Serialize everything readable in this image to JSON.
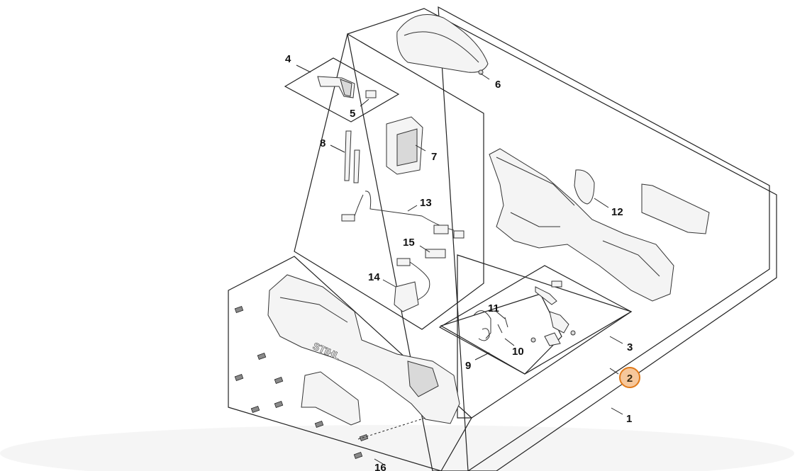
{
  "callouts": {
    "c1": "1",
    "c2": "2",
    "c3": "3",
    "c4": "4",
    "c5": "5",
    "c6": "6",
    "c7": "7",
    "c8": "8",
    "c9": "9",
    "c10": "10",
    "c11": "11",
    "c12": "12",
    "c13": "13",
    "c14": "14",
    "c15": "15",
    "c16": "16"
  },
  "housing_logo": "STIHL",
  "highlighted_callout": "2",
  "colors": {
    "highlight_fill": "#f6c79b",
    "highlight_stroke": "#e07a1a",
    "line": "#222222"
  }
}
